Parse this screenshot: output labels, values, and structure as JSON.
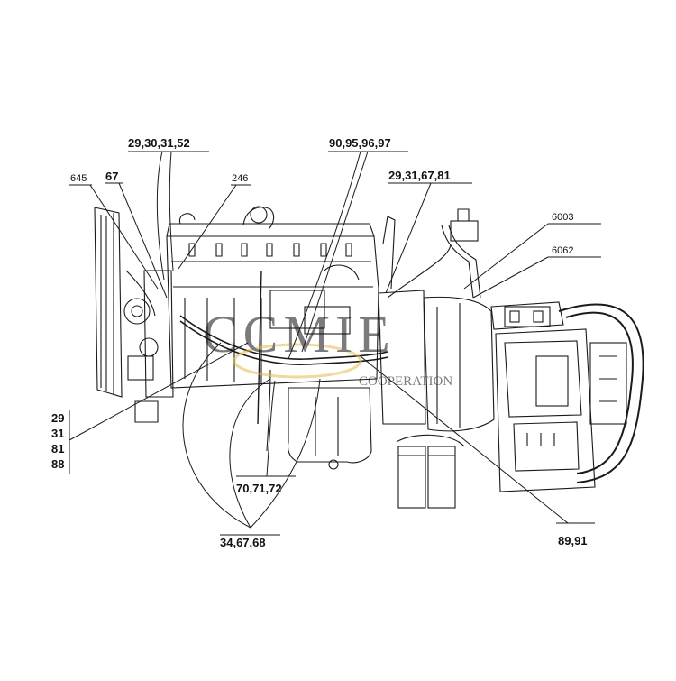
{
  "callouts": {
    "c_29_30_31_52": "29,30,31,52",
    "c_90_95_96_97": "90,95,96,97",
    "c_645": "645",
    "c_67": "67",
    "c_246": "246",
    "c_29_31_67_81": "29,31,67,81",
    "c_6003": "6003",
    "c_6062": "6062",
    "c_stack": [
      "29",
      "31",
      "81",
      "88"
    ],
    "c_70_71_72": "70,71,72",
    "c_34_67_68": "34,67,68",
    "c_89_91": "89,91"
  },
  "watermark": {
    "logo_text": "CCMIE",
    "sub_text": "COOPERATION",
    "color": "#b5b5b5",
    "accent": "#e6b94d"
  },
  "colors": {
    "line": "#1a1a1a",
    "background": "#ffffff"
  }
}
